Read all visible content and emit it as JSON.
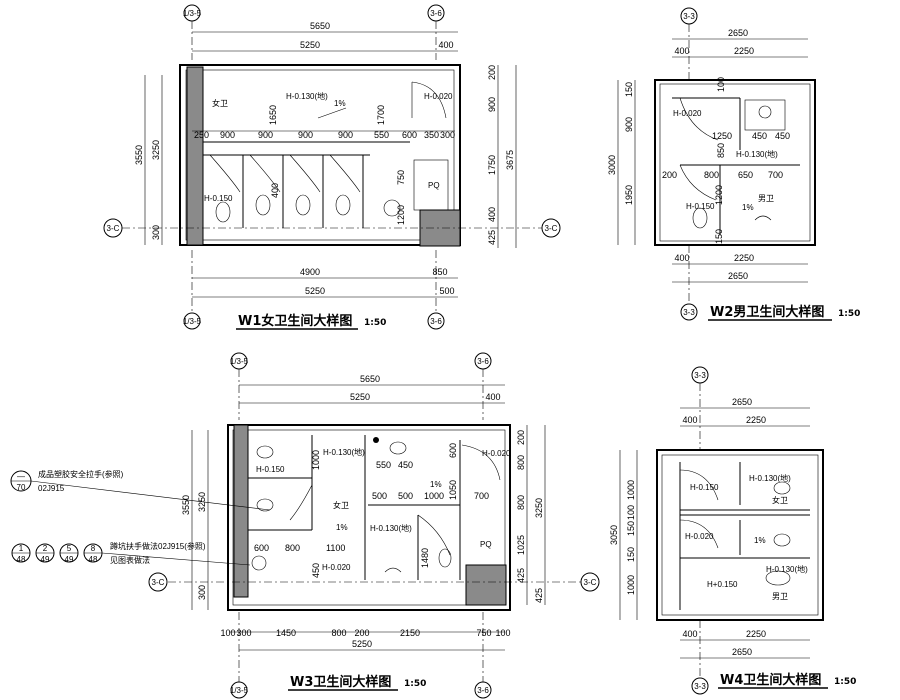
{
  "plans": {
    "w1": {
      "title": "W1女卫生间大样图",
      "scale": "1:50",
      "axis_left": "1/3-5",
      "axis_right": "3-6",
      "axis_row": "3-C",
      "dims_top": [
        "5650",
        "5250",
        "400"
      ],
      "dims_row": [
        "250",
        "900",
        "900",
        "900",
        "900",
        "550",
        "600",
        "350",
        "300"
      ],
      "dims_bottom": [
        "4900",
        "850",
        "5250",
        "500"
      ],
      "dims_left": [
        "3550",
        "3250",
        "300"
      ],
      "dims_right": [
        "200",
        "900",
        "1750",
        "400",
        "425",
        "3675"
      ],
      "dims_inner": [
        "1650",
        "1700",
        "750",
        "1200",
        "400"
      ],
      "labels": [
        "女卫",
        "H-0.130(地)",
        "1%",
        "H-0.020",
        "H-0.150",
        "PQ"
      ]
    },
    "w2": {
      "title": "W2男卫生间大样图",
      "scale": "1:50",
      "axis_top": "3-3",
      "axis_bottom": "3-3",
      "dims_top": [
        "2650",
        "400",
        "2250"
      ],
      "dims_bottom": [
        "400",
        "2250",
        "2650"
      ],
      "dims_left": [
        "150",
        "900",
        "3000",
        "1950"
      ],
      "dims_inner": [
        "100",
        "1250",
        "450",
        "450",
        "850",
        "200",
        "800",
        "650",
        "700",
        "1200",
        "150"
      ],
      "labels": [
        "H-0.020",
        "H-0.130(地)",
        "H-0.150",
        "1%",
        "男卫"
      ]
    },
    "w3": {
      "title": "W3卫生间大样图",
      "scale": "1:50",
      "axis_left": "1/3-5",
      "axis_right": "3-6",
      "axis_row": "3-C",
      "dims_top": [
        "5650",
        "5250",
        "400"
      ],
      "dims_bottom_row": [
        "100",
        "300",
        "1450",
        "800",
        "200",
        "2150",
        "750",
        "100",
        "5250"
      ],
      "dims_left": [
        "3550",
        "3250",
        "300"
      ],
      "dims_right": [
        "200",
        "800",
        "800",
        "1025",
        "425",
        "3250",
        "425"
      ],
      "dims_inner": [
        "1000",
        "550",
        "450",
        "600",
        "500",
        "500",
        "1000",
        "700",
        "1050",
        "600",
        "800",
        "1100",
        "450",
        "1480"
      ],
      "labels": [
        "H-0.150",
        "H-0.130(地)",
        "H-0.020",
        "女卫",
        "1%",
        "H-0.130(地)",
        "1%",
        "H-0.020",
        "PQ"
      ],
      "notes": [
        {
          "sym_top": "—",
          "sym_bottom": "70",
          "line1": "成品塑胶安全拉手(参照)",
          "line2": "02J915"
        },
        {
          "line1": "蹲坑扶手做法02J915(参照)",
          "line2": "见图表做法"
        }
      ],
      "refs": [
        {
          "top": "1",
          "bottom": "48"
        },
        {
          "top": "2",
          "bottom": "49"
        },
        {
          "top": "5",
          "bottom": "49"
        },
        {
          "top": "8",
          "bottom": "48"
        }
      ]
    },
    "w4": {
      "title": "W4卫生间大样图",
      "scale": "1:50",
      "axis_top": "3-3",
      "axis_bottom": "3-3",
      "dims_top": [
        "2650",
        "400",
        "2250"
      ],
      "dims_bottom": [
        "400",
        "2250",
        "2650"
      ],
      "dims_left": [
        "1000",
        "100",
        "150",
        "3050",
        "150",
        "1000"
      ],
      "labels": [
        "H-0.130(地)",
        "H-0.150",
        "女卫",
        "H-0.020",
        "1%",
        "H+0.150",
        "H-0.130(地)",
        "男卫"
      ]
    }
  }
}
